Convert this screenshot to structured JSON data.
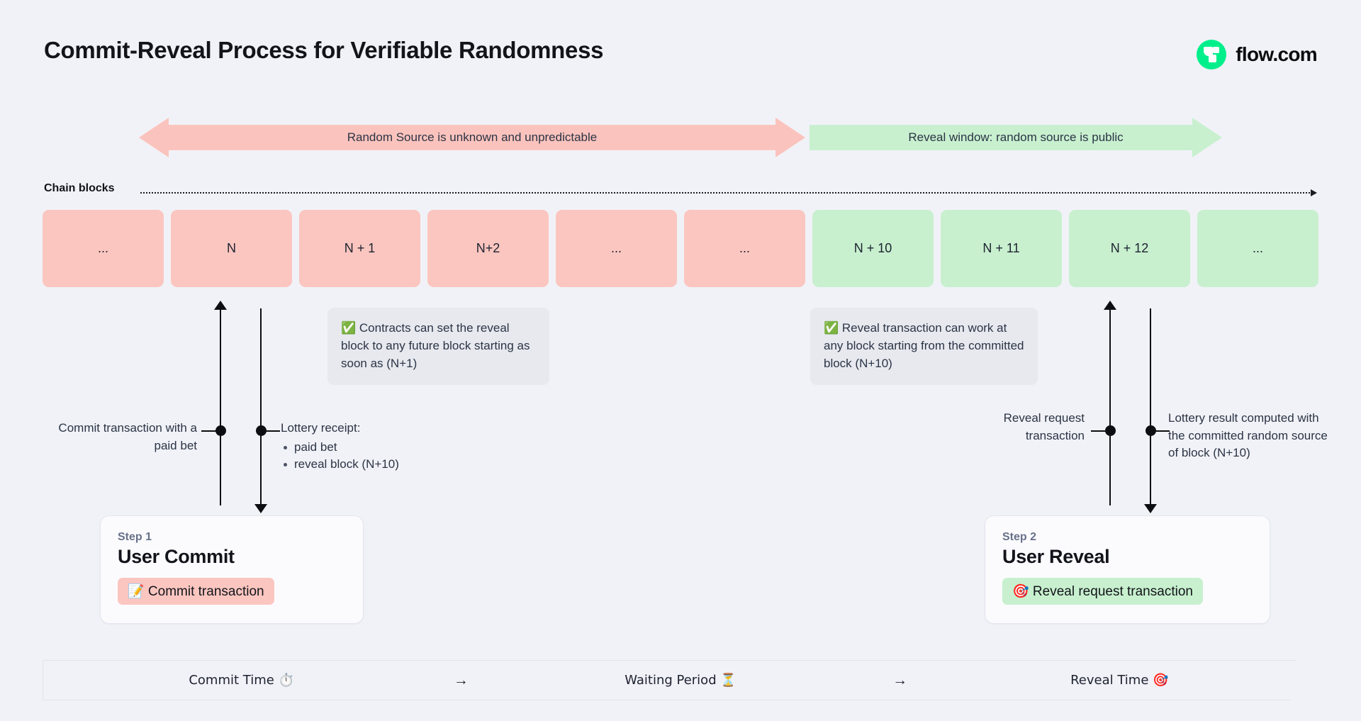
{
  "header": {
    "title": "Commit-Reveal Process for Verifiable Randomness",
    "brand": {
      "wordmark": "flow.com",
      "mark_color": "#00ef8b"
    }
  },
  "banners": {
    "unknown": "Random Source is unknown and unpredictable",
    "reveal": "Reveal window: random source is public"
  },
  "chain": {
    "label": "Chain blocks",
    "blocks": [
      {
        "label": "...",
        "state": "pending"
      },
      {
        "label": "N",
        "state": "pending"
      },
      {
        "label": "N + 1",
        "state": "pending"
      },
      {
        "label": "N+2",
        "state": "pending"
      },
      {
        "label": "...",
        "state": "pending"
      },
      {
        "label": "...",
        "state": "pending"
      },
      {
        "label": "N + 10",
        "state": "revealed"
      },
      {
        "label": "N + 11",
        "state": "revealed"
      },
      {
        "label": "N + 12",
        "state": "revealed"
      },
      {
        "label": "...",
        "state": "revealed"
      }
    ]
  },
  "callouts": {
    "commit": "✅ Contracts can set the reveal block to any future block starting as soon as (N+1)",
    "reveal": "✅ Reveal transaction can work at any block starting from the committed block (N+10)"
  },
  "annotations": {
    "commit_tx": "Commit transaction with a paid bet",
    "lottery_receipt_title": "Lottery receipt:",
    "lottery_receipt_items": [
      "paid bet",
      "reveal block (N+10)"
    ],
    "reveal_request": "Reveal request transaction",
    "lottery_result": "Lottery result computed with the committed random source of block (N+10)"
  },
  "steps": [
    {
      "kicker": "Step 1",
      "title": "User Commit",
      "pill": "📝 Commit transaction",
      "pill_color": "#fbc6c0"
    },
    {
      "kicker": "Step 2",
      "title": "User Reveal",
      "pill": "🎯 Reveal request transaction",
      "pill_color": "#c8f0cf"
    }
  ],
  "timeline": {
    "segments": [
      "Commit Time ⏱️",
      "Waiting Period ⏳",
      "Reveal Time 🎯"
    ],
    "separator": "→"
  }
}
